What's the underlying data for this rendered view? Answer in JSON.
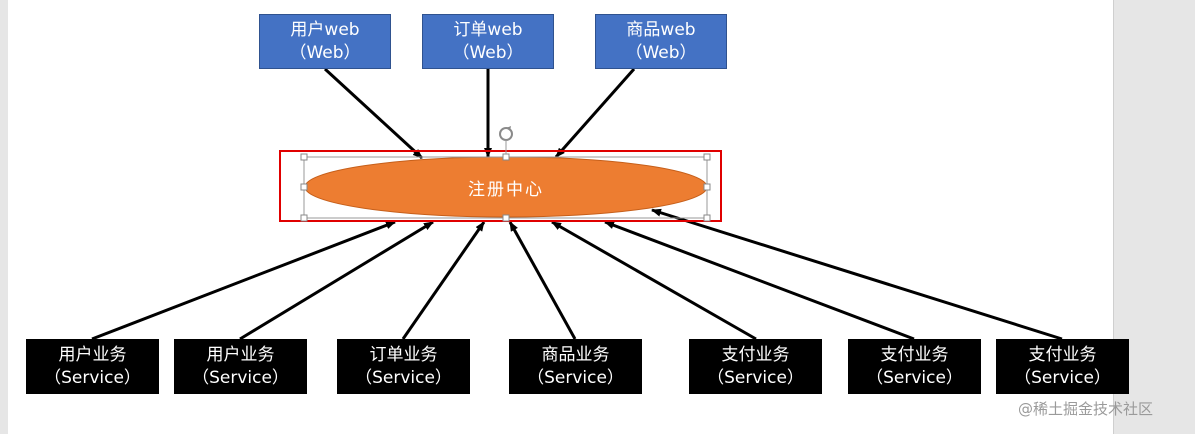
{
  "hub": {
    "label": "注册中心",
    "fill": "#ed7d31",
    "selection_color": "#e00000"
  },
  "web_nodes": [
    {
      "line1": "用户web",
      "line2": "（Web）"
    },
    {
      "line1": "订单web",
      "line2": "（Web）"
    },
    {
      "line1": "商品web",
      "line2": "（Web）"
    }
  ],
  "service_nodes": [
    {
      "line1": "用户业务",
      "line2": "（Service）"
    },
    {
      "line1": "用户业务",
      "line2": "（Service）"
    },
    {
      "line1": "订单业务",
      "line2": "（Service）"
    },
    {
      "line1": "商品业务",
      "line2": "（Service）"
    },
    {
      "line1": "支付业务",
      "line2": "（Service）"
    },
    {
      "line1": "支付业务",
      "line2": "（Service）"
    },
    {
      "line1": "支付业务",
      "line2": "（Service）"
    }
  ],
  "colors": {
    "web_box": "#4472c4",
    "service_box": "#000000",
    "arrow": "#000000"
  },
  "watermark": "@稀土掘金技术社区"
}
